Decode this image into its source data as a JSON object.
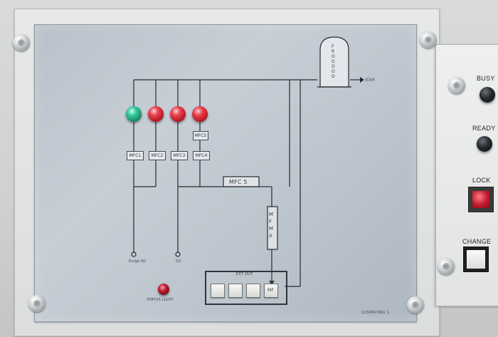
{
  "schematic": {
    "output_label": "EXH",
    "filter_label_chars": [
      "F",
      "R",
      "O",
      "G",
      "O",
      "O",
      "O"
    ],
    "valve_labels": [
      "MFC1",
      "MFC2",
      "MFC3",
      "MFC4"
    ],
    "extra_label": "MFC5",
    "mfc_box_label": "MFC 5",
    "vertical_box_label": "MFM A",
    "bottom_left_label": "Purge N2",
    "bottom_mid_label": "O2",
    "keyswitch_title": "EXT OUT",
    "key_active_label": "MF",
    "indicator_label": "STATUS LIGHT",
    "serial": "1234567891 1"
  },
  "leds": [
    {
      "color": "green"
    },
    {
      "color": "red"
    },
    {
      "color": "red"
    },
    {
      "color": "red"
    }
  ],
  "side_panel": {
    "busy_label": "BUSY",
    "ready_label": "READY",
    "lock_label": "LOCK",
    "change_label": "CHANGE"
  }
}
